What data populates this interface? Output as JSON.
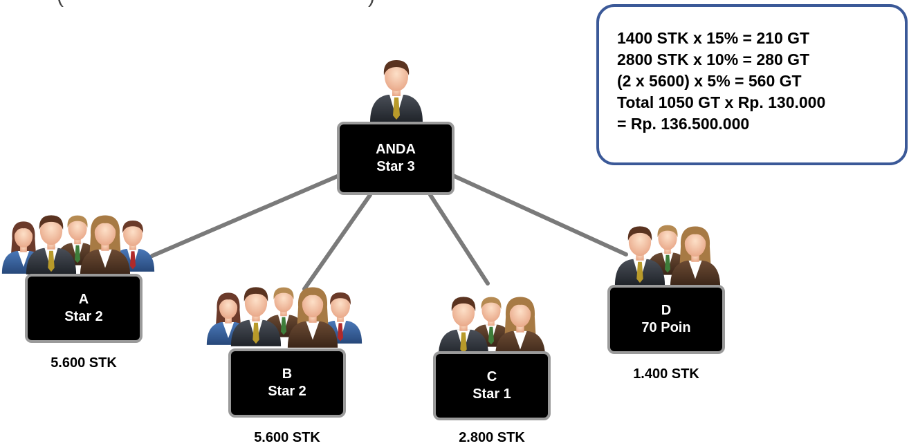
{
  "top_clipped_text": {
    "left": "(",
    "right": ")"
  },
  "root": {
    "name": "ANDA",
    "rank": "Star 3"
  },
  "members": [
    {
      "name": "A",
      "rank": "Star 2",
      "volume": "5.600 STK"
    },
    {
      "name": "B",
      "rank": "Star 2",
      "volume": "5.600 STK"
    },
    {
      "name": "C",
      "rank": "Star 1",
      "volume": "2.800 STK"
    },
    {
      "name": "D",
      "rank": "70 Poin",
      "volume": "1.400 STK"
    }
  ],
  "calculation": [
    "1400 STK x 15% = 210 GT",
    "2800 STK x 10% = 280 GT",
    "(2 x 5600) x 5% = 560 GT",
    "Total 1050 GT x Rp. 130.000",
    "= Rp. 136.500.000"
  ],
  "colors": {
    "node_fill": "#000000",
    "node_border": "#9a9a9a",
    "connector": "#7a7a7a",
    "callout_border": "#3b5998"
  },
  "icons": [
    "businessman-icon",
    "team-of-five-icon",
    "team-of-three-icon"
  ]
}
